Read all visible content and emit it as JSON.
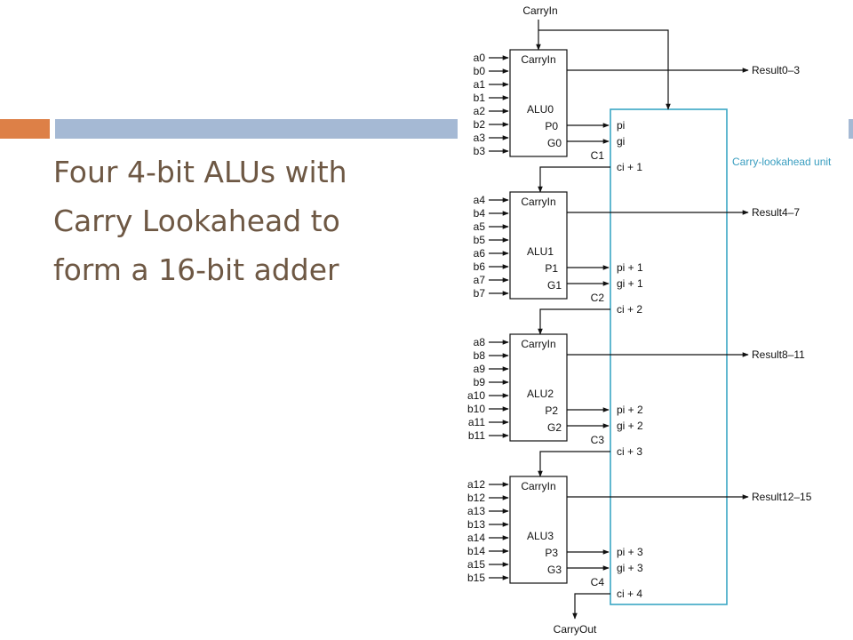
{
  "slide": {
    "title_lines": [
      "Four 4-bit ALUs with",
      "Carry Lookahead to",
      "form a 16-bit adder"
    ]
  },
  "colors": {
    "accent_orange": "#dd8047",
    "accent_blue": "#a5b9d4",
    "title_text": "#6e5844",
    "cla_border": "#3aa6c4",
    "cla_label": "#3a9ec0"
  },
  "diagram": {
    "carry_in_top": "CarryIn",
    "carry_out": "CarryOut",
    "cla_label": "Carry-lookahead unit",
    "alus": [
      {
        "name": "ALU0",
        "carry_in_label": "CarryIn",
        "inputs": [
          "a0",
          "b0",
          "a1",
          "b1",
          "a2",
          "b2",
          "a3",
          "b3"
        ],
        "p_label": "P0",
        "g_label": "G0",
        "result": "Result0–3",
        "cla_p": "pi",
        "cla_g": "gi",
        "carry_label": "C1",
        "cla_c": "ci + 1"
      },
      {
        "name": "ALU1",
        "carry_in_label": "CarryIn",
        "inputs": [
          "a4",
          "b4",
          "a5",
          "b5",
          "a6",
          "b6",
          "a7",
          "b7"
        ],
        "p_label": "P1",
        "g_label": "G1",
        "result": "Result4–7",
        "cla_p": "pi + 1",
        "cla_g": "gi + 1",
        "carry_label": "C2",
        "cla_c": "ci + 2"
      },
      {
        "name": "ALU2",
        "carry_in_label": "CarryIn",
        "inputs": [
          "a8",
          "b8",
          "a9",
          "b9",
          "a10",
          "b10",
          "a11",
          "b11"
        ],
        "p_label": "P2",
        "g_label": "G2",
        "result": "Result8–11",
        "cla_p": "pi + 2",
        "cla_g": "gi + 2",
        "carry_label": "C3",
        "cla_c": "ci + 3"
      },
      {
        "name": "ALU3",
        "carry_in_label": "CarryIn",
        "inputs": [
          "a12",
          "b12",
          "a13",
          "b13",
          "a14",
          "b14",
          "a15",
          "b15"
        ],
        "p_label": "P3",
        "g_label": "G3",
        "result": "Result12–15",
        "cla_p": "pi + 3",
        "cla_g": "gi + 3",
        "carry_label": "C4",
        "cla_c": "ci + 4"
      }
    ]
  }
}
